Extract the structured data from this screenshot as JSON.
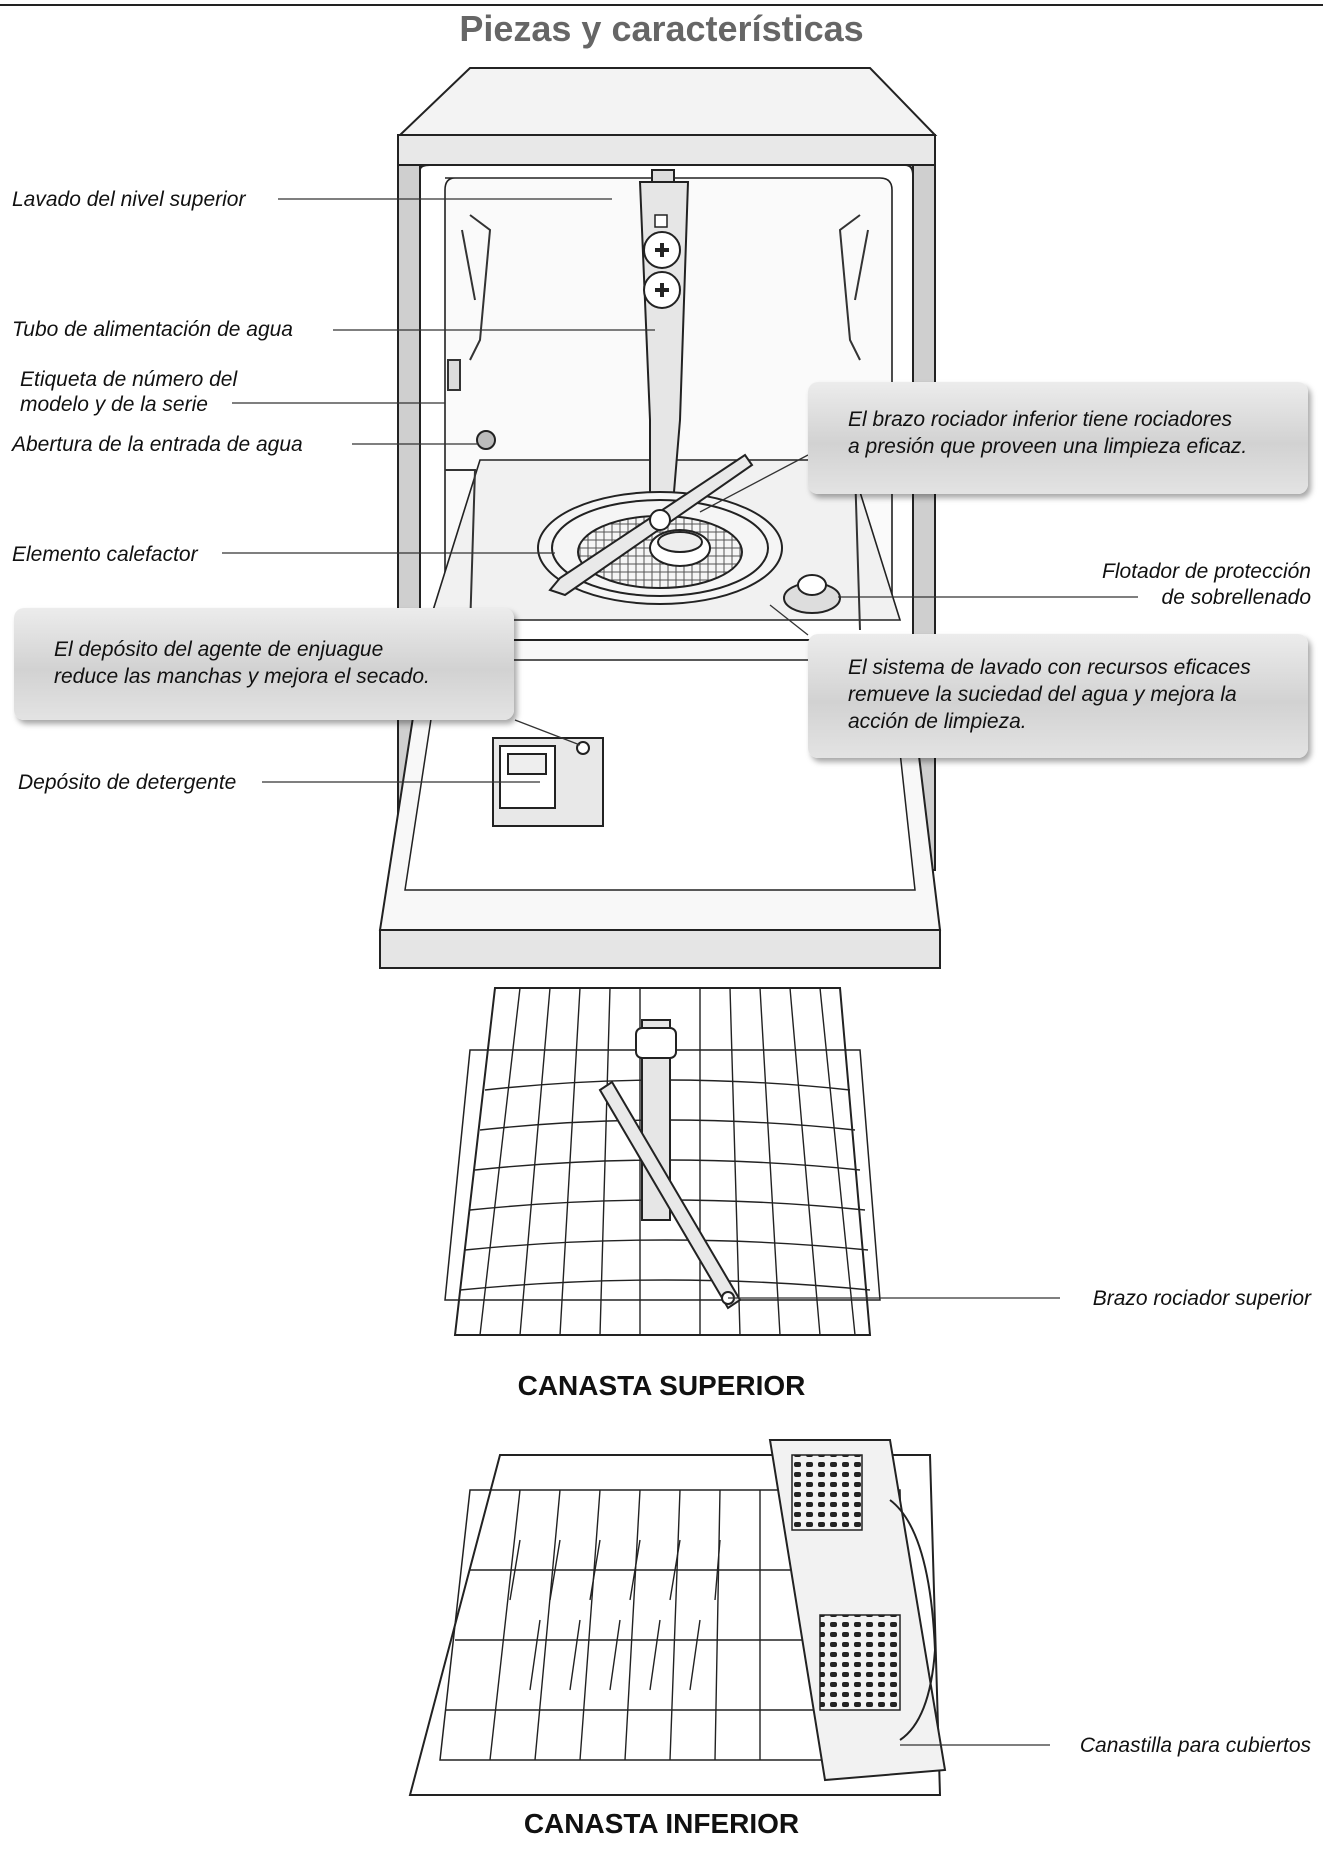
{
  "title": "Piezas y características",
  "labels": {
    "upper_level_wash": "Lavado del nivel superior",
    "water_feed_tube": "Tubo de alimentación de agua",
    "model_serial_label_line1": "Etiqueta de número del",
    "model_serial_label_line2": "modelo y de la serie",
    "water_inlet_opening": "Abertura de la entrada de agua",
    "heating_element": "Elemento calefactor",
    "overfill_float_line1": "Flotador de protección",
    "overfill_float_line2": "de sobrellenado",
    "detergent_dispenser": "Depósito de detergente",
    "upper_spray_arm": "Brazo rociador superior",
    "silverware_basket": "Canastilla para cubiertos"
  },
  "callouts": {
    "lower_spray_arm": [
      "El brazo rociador inferior tiene rociadores",
      "a presión que proveen una limpieza eficaz."
    ],
    "rinse_aid": [
      "El depósito del agente de enjuague",
      "reduce las manchas y mejora el secado."
    ],
    "wash_system": [
      "El sistema de lavado con recursos eficaces",
      "remueve la suciedad del agua y mejora la",
      "acción de limpieza."
    ]
  },
  "baskets": {
    "upper": "CANASTA SUPERIOR",
    "lower": "CANASTA INFERIOR"
  }
}
